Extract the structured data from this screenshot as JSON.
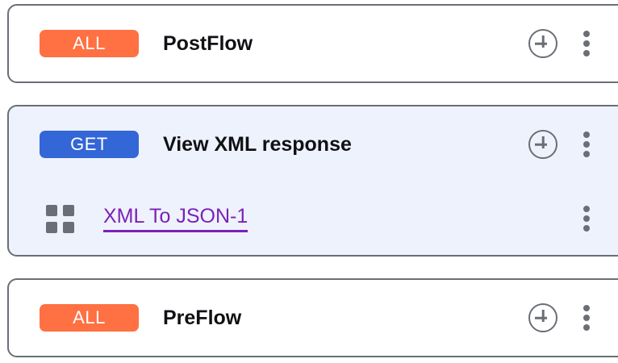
{
  "colors": {
    "badge_all": "#ff7043",
    "badge_get": "#3366d6",
    "policy_link": "#7b22b5",
    "card_border": "#6b6e76",
    "card_selected_bg": "#eef2fc",
    "icon_gray": "#6b6e76",
    "title_text": "#101114"
  },
  "flows": [
    {
      "id": "postflow",
      "selected": false,
      "method": "ALL",
      "method_type": "all",
      "title": "PostFlow",
      "add_icon": "plus-circle-icon",
      "menu_icon": "kebab-menu-icon",
      "policies": []
    },
    {
      "id": "view-xml-response",
      "selected": true,
      "method": "GET",
      "method_type": "get",
      "title": "View XML response",
      "add_icon": "plus-circle-icon",
      "menu_icon": "kebab-menu-icon",
      "policies": [
        {
          "id": "xml-to-json-1",
          "icon": "grid-policy-icon",
          "label": "XML To JSON-1",
          "menu_icon": "kebab-menu-icon"
        }
      ]
    },
    {
      "id": "preflow",
      "selected": false,
      "method": "ALL",
      "method_type": "all",
      "title": "PreFlow",
      "add_icon": "plus-circle-icon",
      "menu_icon": "kebab-menu-icon",
      "policies": []
    }
  ]
}
